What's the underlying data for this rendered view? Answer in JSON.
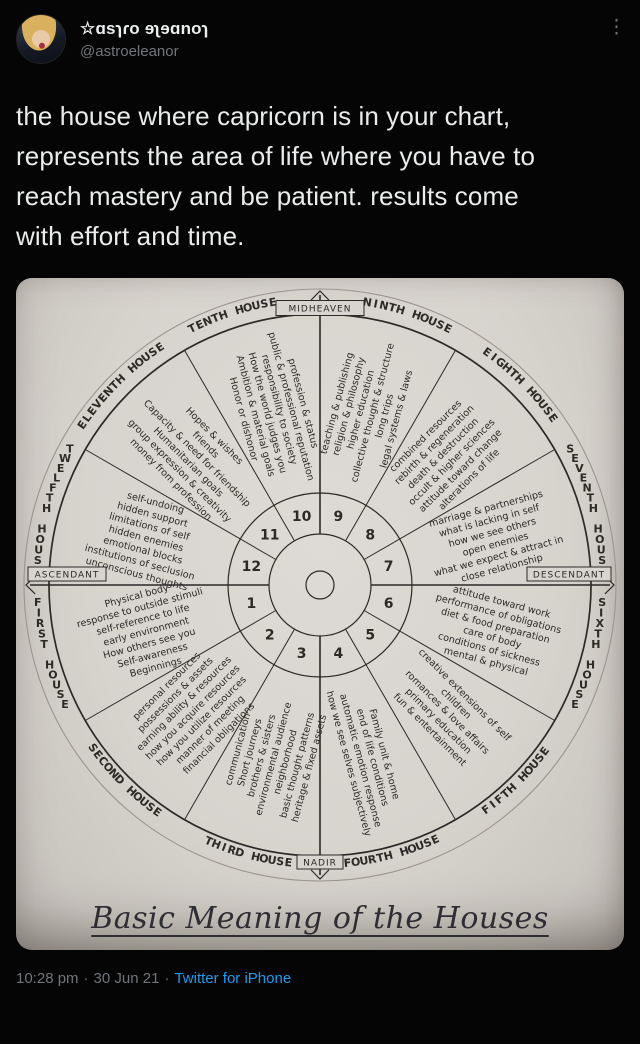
{
  "header": {
    "display_name": "☆ɑsɿɾo ɘʅɘɑnoɿ",
    "handle": "@astroeleanor",
    "menu_icon": "kebab-menu-icon"
  },
  "tweet": {
    "lines": [
      "the house where capricorn is in your chart,",
      "represents the area of life where you have to",
      "reach mastery and be patient. results come",
      "with effort and time."
    ]
  },
  "image": {
    "title": "Basic Meaning of the Houses",
    "paper_color": "#d8d4cf",
    "ink_color": "#2b2a28"
  },
  "wheel": {
    "axes": [
      {
        "name": "midheaven",
        "label": "MIDHEAVEN",
        "angle": 270
      },
      {
        "name": "ascendant",
        "label": "ASCENDANT",
        "angle": 180
      },
      {
        "name": "descendant",
        "label": "DESCENDANT",
        "angle": 0
      },
      {
        "name": "nadir",
        "label": "NADIR",
        "angle": 90
      }
    ],
    "houses": [
      {
        "number": 1,
        "label": "FIRST HOUSE",
        "lines": [
          "Physical body",
          "response to outside stimuli",
          "self-reference to life",
          "early environment",
          "How others see you",
          "Self-awareness",
          "Beginnings"
        ]
      },
      {
        "number": 2,
        "label": "SECOND HOUSE",
        "lines": [
          "personal resources",
          "possessions & assets",
          "earning ability & resources",
          "how you acquire resources",
          "how you utilize resources",
          "manner of meeting",
          "financial obligations"
        ]
      },
      {
        "number": 3,
        "label": "THIRD HOUSE",
        "lines": [
          "communication",
          "Short journeys",
          "brothers & sisters",
          "environmental audience",
          "neighborhood",
          "basic thought patterns",
          "heritage & fixed assets"
        ]
      },
      {
        "number": 4,
        "label": "FOURTH HOUSE",
        "lines": [
          "Family unit & home",
          "end of life conditions",
          "automatic emotion response",
          "how we see selves subjectively"
        ]
      },
      {
        "number": 5,
        "label": "FIFTH HOUSE",
        "lines": [
          "creative extensions of self",
          "children",
          "romances & love affairs",
          "primary education",
          "fun & entertainment"
        ]
      },
      {
        "number": 6,
        "label": "SIXTH HOUSE",
        "lines": [
          "attitude toward work",
          "performance of obligations",
          "diet & food preparation",
          "care of body",
          "conditions of sickness",
          "mental & physical"
        ]
      },
      {
        "number": 7,
        "label": "SEVENTH HOUSE",
        "lines": [
          "marriage & partnerships",
          "what is lacking in self",
          "how we see others",
          "open enemies",
          "what we expect & attract in",
          "close relationship"
        ]
      },
      {
        "number": 8,
        "label": "EIGHTH HOUSE",
        "lines": [
          "combined resources",
          "rebirth & regeneration",
          "death & destruction",
          "occult & higher sciences",
          "attitude toward change",
          "alterations of life"
        ]
      },
      {
        "number": 9,
        "label": "NINTH HOUSE",
        "lines": [
          "teaching & publishing",
          "religion & philosophy",
          "higher education",
          "collective thought & structure",
          "long trips",
          "legal systems & laws"
        ]
      },
      {
        "number": 10,
        "label": "TENTH HOUSE",
        "lines": [
          "profession & status",
          "public & professional reputation",
          "responsibility to society",
          "How the world judges you",
          "Ambition & material goals",
          "Honor or dishonor"
        ]
      },
      {
        "number": 11,
        "label": "ELEVENTH HOUSE",
        "lines": [
          "Hopes & wishes",
          "friends",
          "Capacity & need for friendship",
          "Humanitarian goals",
          "group expression & creativity",
          "money from profession"
        ]
      },
      {
        "number": 12,
        "label": "TWELFTH HOUSE",
        "lines": [
          "self-undoing",
          "hidden support",
          "limitations of self",
          "hidden enemies",
          "emotional blocks",
          "institutions of seclusion",
          "unconscious thoughts"
        ]
      }
    ]
  },
  "footer": {
    "time": "10:28 pm",
    "date": "30 Jun 21",
    "separator": "·",
    "source": "Twitter for iPhone"
  }
}
